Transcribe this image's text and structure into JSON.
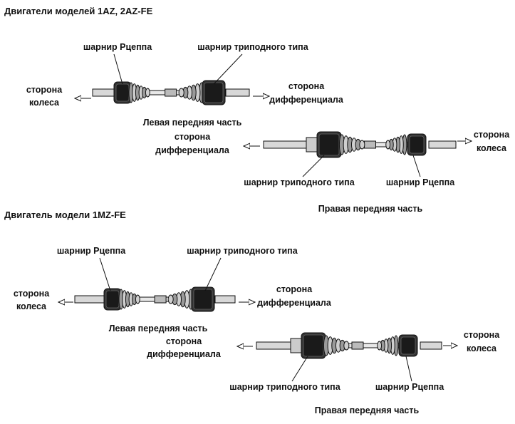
{
  "sections": [
    {
      "title": "Двигатели моделей 1AZ, 2AZ-FE",
      "left": {
        "rzeppa_label": "шарнир Рцеппа",
        "tripod_label": "шарнир триподного типа",
        "wheel_side": [
          "сторона",
          "колеса"
        ],
        "diff_side": [
          "сторона",
          "дифференциала"
        ],
        "caption": "Левая передняя часть"
      },
      "right": {
        "diff_side": [
          "сторона",
          "дифференциала"
        ],
        "wheel_side": [
          "сторона",
          "колеса"
        ],
        "tripod_label": "шарнир триподного типа",
        "rzeppa_label": "шарнир Рцеппа",
        "caption": "Правая передняя часть"
      }
    },
    {
      "title": "Двигатель модели 1MZ-FE",
      "left": {
        "rzeppa_label": "шарнир Рцеппа",
        "tripod_label": "шарнир триподного типа",
        "wheel_side": [
          "сторона",
          "колеса"
        ],
        "diff_side": [
          "сторона",
          "дифференциала"
        ],
        "caption": "Левая передняя часть"
      },
      "right": {
        "diff_side": [
          "сторона",
          "дифференциала"
        ],
        "wheel_side": [
          "сторона",
          "колеса"
        ],
        "tripod_label": "шарнир триподного типа",
        "rzeppa_label": "шарнир Рцеппа",
        "caption": "Правая передняя часть"
      }
    }
  ]
}
